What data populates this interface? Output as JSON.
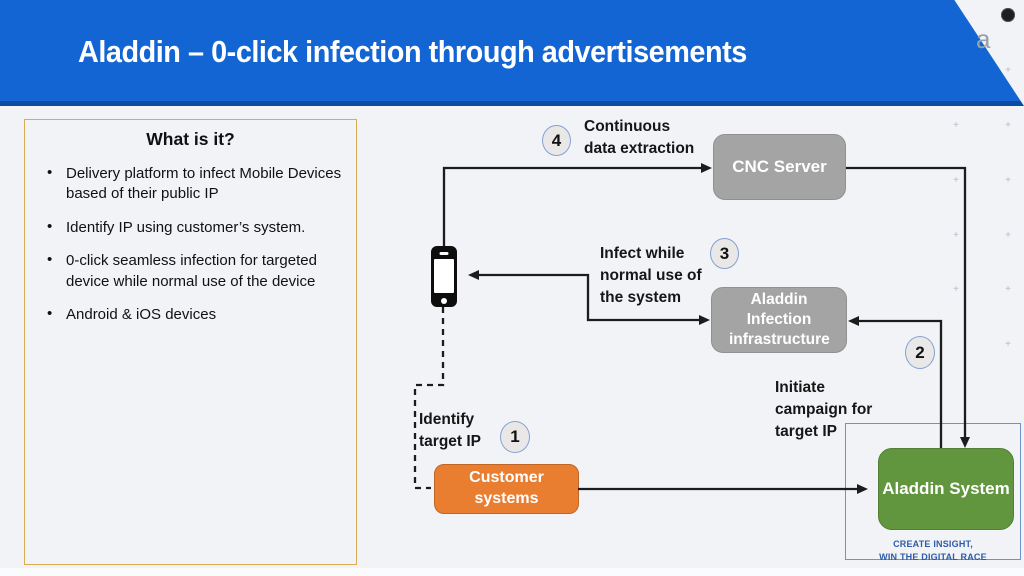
{
  "header": {
    "title": "Aladdin – 0-click infection through advertisements"
  },
  "info_box": {
    "heading": "What is it?",
    "bullets": [
      "Delivery platform to infect Mobile Devices based of their public IP",
      "Identify IP using customer’s system.",
      "0-click seamless infection for targeted device while normal use of the device",
      "Android & iOS devices"
    ]
  },
  "diagram": {
    "nodes": {
      "cnc_server": "CNC Server",
      "infection_infra": "Aladdin Infection infrastructure",
      "customer_systems": "Customer systems",
      "aladdin_system": "Aladdin System"
    },
    "steps": {
      "s1": {
        "num": "1",
        "label": "Identify target IP"
      },
      "s2": {
        "num": "2",
        "label": "Initiate campaign for target IP"
      },
      "s3": {
        "num": "3",
        "label": "Infect while normal use of the system"
      },
      "s4": {
        "num": "4",
        "label": "Continuous data extraction"
      }
    },
    "icons": {
      "phone": "smartphone-icon"
    }
  },
  "footer": {
    "tagline": [
      "CREATE INSIGHT,",
      "WIN THE DIGITAL RACE"
    ]
  },
  "decor": {
    "corner_glyph": "a"
  },
  "colors": {
    "background": "#f1f3f7",
    "banner_blue": "#1265d3",
    "banner_dark": "#0a4c9f",
    "node_gray": "#a4a4a4",
    "node_green": "#61963e",
    "node_orange": "#e97e30",
    "gold_border": "#d9ad56",
    "blue_frame": "#6f92cc",
    "tagline_blue": "#2e5ba8",
    "circle_border": "#84a1d4",
    "circle_fill": "#e9e8e7",
    "line_black": "#1c1c1c"
  }
}
